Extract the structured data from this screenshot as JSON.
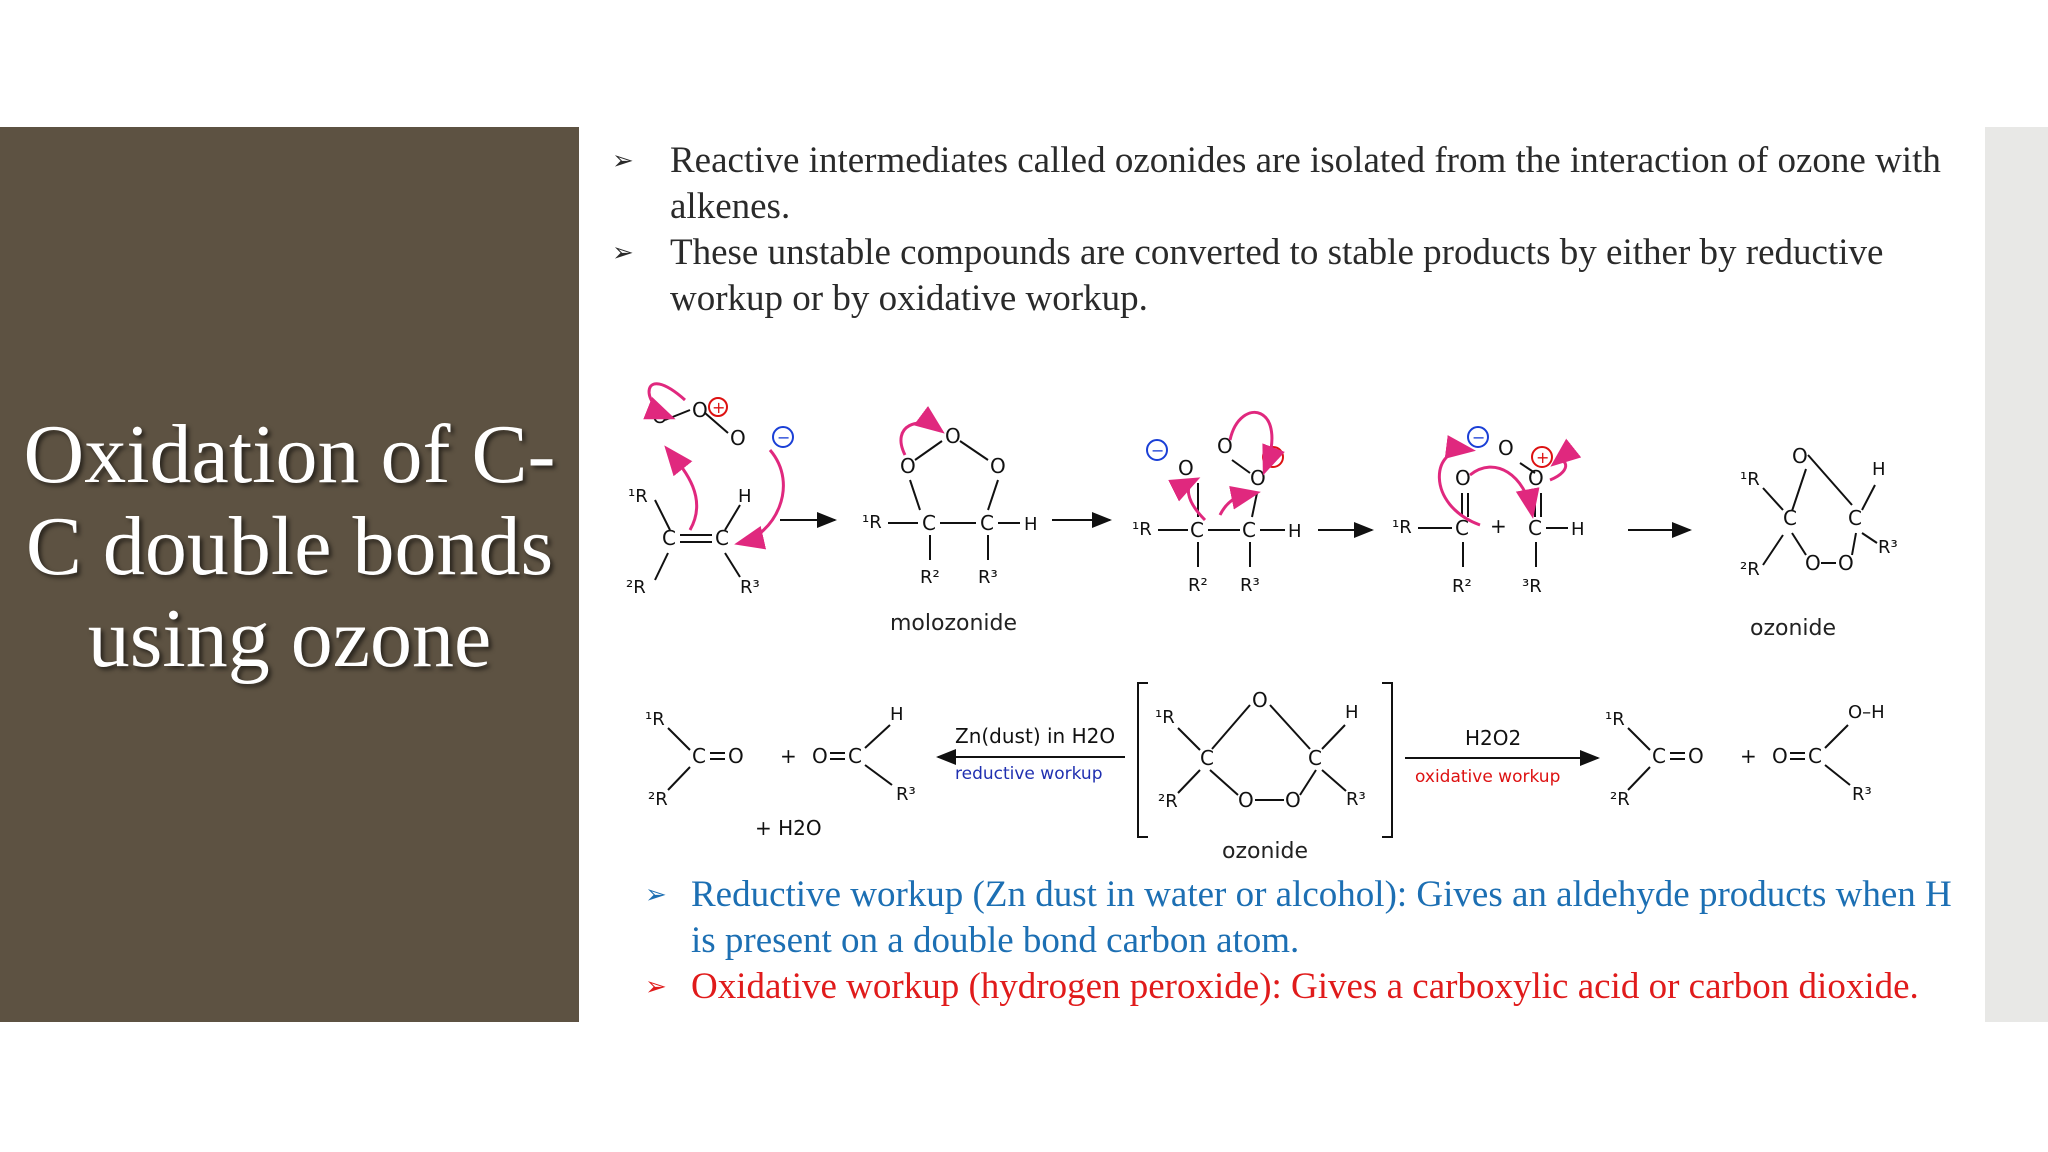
{
  "slide": {
    "title": "Oxidation of C-C double bonds using ozone",
    "bullets": [
      "Reactive intermediates called ozonides are isolated from the interaction of ozone with alkenes.",
      "These unstable compounds are converted to stable products by either by reductive workup or by oxidative workup."
    ],
    "notes": [
      "Reductive workup (Zn dust in water or alcohol): Gives an aldehyde products when H is present on a double bond carbon atom.",
      "Oxidative workup (hydrogen peroxide): Gives a carboxylic acid or carbon dioxide."
    ],
    "bullet_symbol": "➢"
  },
  "scheme": {
    "labels": {
      "molozonide": "molozonide",
      "ozonide_top": "ozonide",
      "ozonide_bottom": "ozonide",
      "zn_reagent": "Zn(dust) in H2O",
      "reductive": "reductive workup",
      "h2o2": "H2O2",
      "oxidative": "oxidative workup",
      "plus_water": "+ H2O"
    }
  },
  "colors": {
    "panel": "#5d5242",
    "blue_text": "#1c6fb3",
    "red_text": "#e01b1b",
    "curved_arrows": "#e0287e",
    "lone_pairs": "#1a3fd6"
  }
}
